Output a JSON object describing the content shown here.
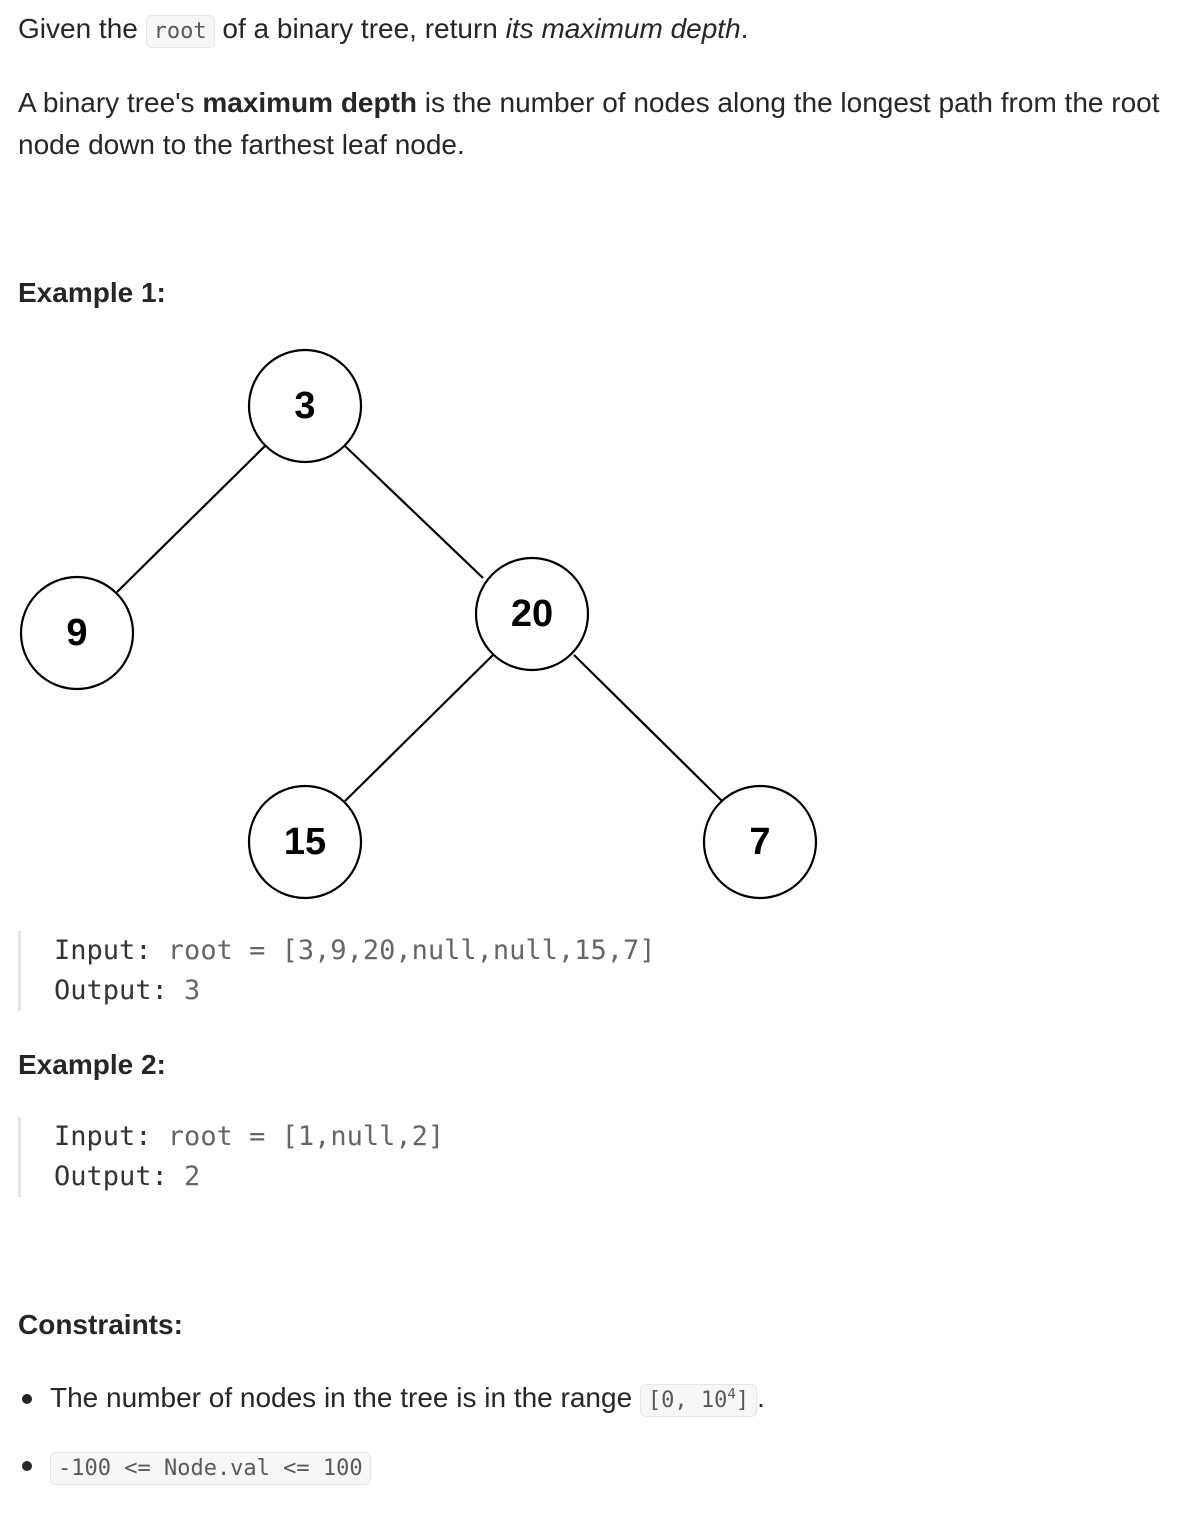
{
  "intro": {
    "t1": "Given the ",
    "code": "root",
    "t2": " of a binary tree, return ",
    "em": "its maximum depth",
    "t3": "."
  },
  "definition": {
    "t1": "A binary tree's ",
    "bold": "maximum depth",
    "t2": " is the number of nodes along the longest path from the root node down to the farthest leaf node."
  },
  "example1": {
    "heading": "Example 1:",
    "tree_nodes": [
      "3",
      "9",
      "20",
      "15",
      "7"
    ],
    "input_label": "Input:",
    "input_value": " root = [3,9,20,null,null,15,7]",
    "output_label": "Output:",
    "output_value": " 3"
  },
  "example2": {
    "heading": "Example 2:",
    "input_label": "Input:",
    "input_value": " root = [1,null,2]",
    "output_label": "Output:",
    "output_value": " 2"
  },
  "constraints": {
    "heading": "Constraints:",
    "c1_text": "The number of nodes in the tree is in the range ",
    "c1_code_a": "[0, 10",
    "c1_sup": "4",
    "c1_code_b": "]",
    "c1_end": ".",
    "c2_code": "-100 <= Node.val <= 100"
  }
}
